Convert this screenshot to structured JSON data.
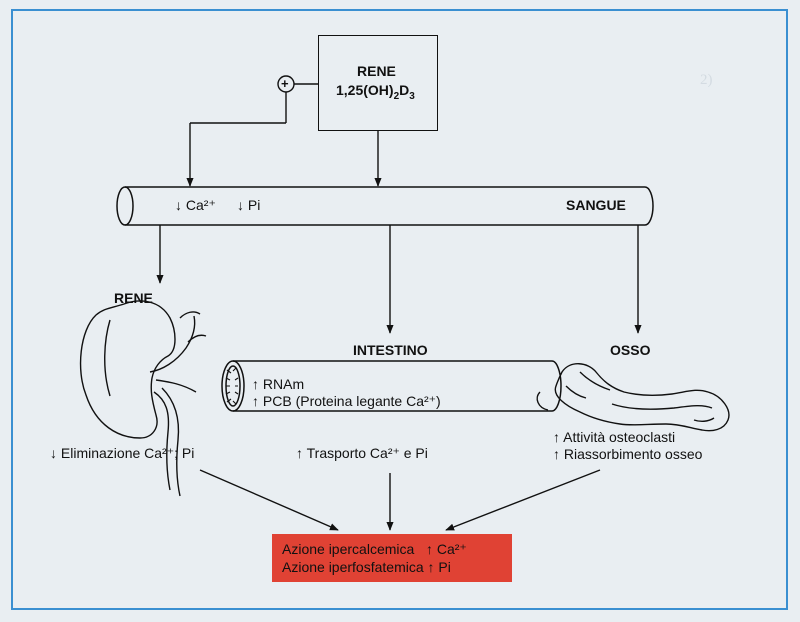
{
  "kidney_box": {
    "title": "RENE",
    "formula": "1,25(OH)",
    "formula_sub": "2",
    "formula_tail": "D",
    "formula_sub2": "3"
  },
  "plus_sign": "+",
  "blood_vessel": {
    "ca_label": "↓ Ca²⁺",
    "pi_label": "↓ Pi",
    "name": "SANGUE"
  },
  "kidney": {
    "title": "RENE",
    "effect": "↓ Eliminazione Ca²⁺; Pi"
  },
  "intestine": {
    "title": "INTESTINO",
    "line1": "↑ RNAm",
    "line2": "↑ PCB (Proteina legante Ca²⁺)",
    "effect": "↑ Trasporto Ca²⁺ e Pi"
  },
  "bone": {
    "title": "OSSO",
    "line1": "↑ Attività osteoclasti",
    "line2": "↑ Riassorbimento osseo"
  },
  "result": {
    "line1": "Azione ipercalcemica   ↑ Ca²⁺",
    "line2": "Azione iperfosfatemica ↑ Pi",
    "color": "#e04234"
  },
  "colors": {
    "frame": "#3a8fd1",
    "background": "#e9eef2"
  }
}
